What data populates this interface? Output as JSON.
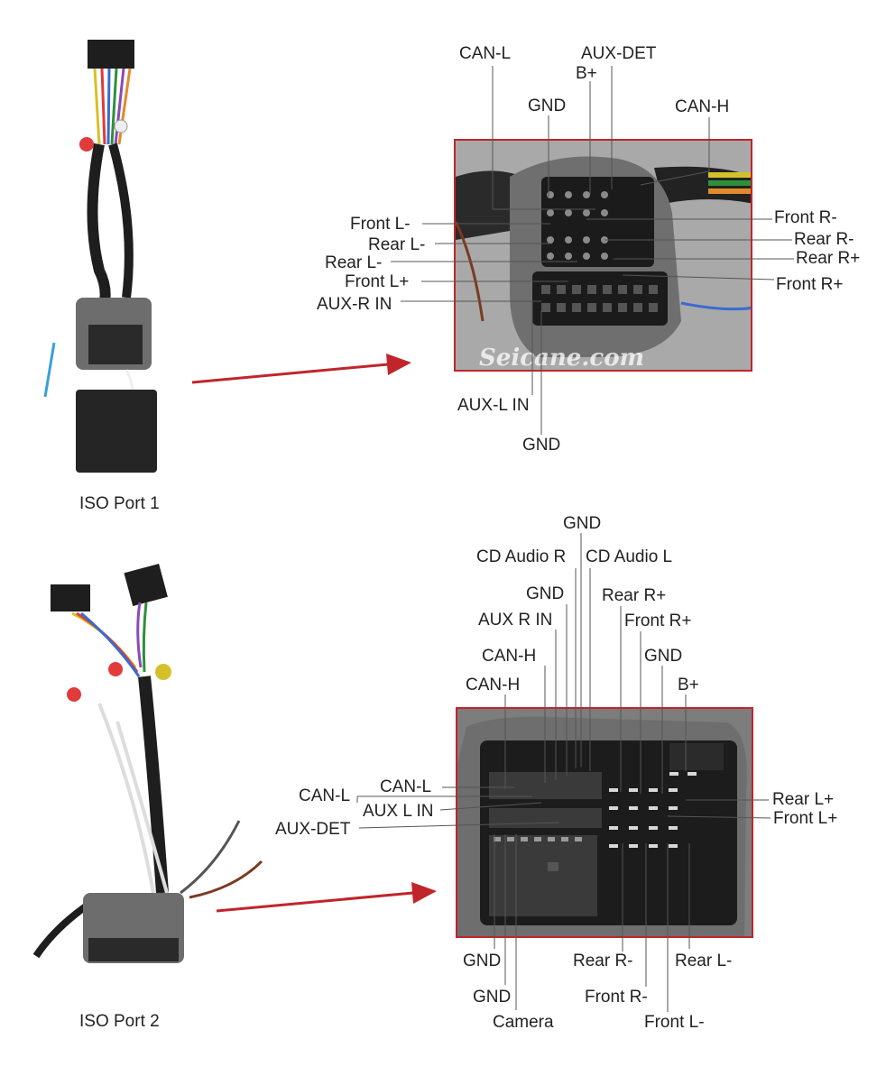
{
  "port1": {
    "caption": "ISO Port 1",
    "watermark": "Seicane.com",
    "labels": {
      "can_l": "CAN-L",
      "aux_det": "AUX-DET",
      "b_plus": "B+",
      "gnd_top": "GND",
      "can_h": "CAN-H",
      "front_l_minus": "Front L-",
      "rear_l_minus_a": "Rear L-",
      "rear_l_minus_b": "Rear L-",
      "front_l_plus": "Front L+",
      "aux_r_in": "AUX-R IN",
      "front_r_minus": "Front R-",
      "rear_r_minus": "Rear R-",
      "rear_r_plus": "Rear R+",
      "front_r_plus": "Front R+",
      "aux_l_in": "AUX-L IN",
      "gnd_bottom": "GND"
    }
  },
  "port2": {
    "caption": "ISO Port 2",
    "labels": {
      "gnd_top": "GND",
      "cd_audio_r": "CD Audio R",
      "cd_audio_l": "CD Audio L",
      "gnd_2": "GND",
      "aux_r_in": "AUX R IN",
      "rear_r_plus": "Rear R+",
      "front_r_plus": "Front R+",
      "can_h_a": "CAN-H",
      "can_h_b": "CAN-H",
      "gnd_right": "GND",
      "b_plus": "B+",
      "can_l_a": "CAN-L",
      "can_l_b": "CAN-L",
      "aux_l_in": "AUX L IN",
      "aux_det": "AUX-DET",
      "rear_l_plus": "Rear L+",
      "front_l_plus": "Front L+",
      "gnd_b1": "GND",
      "gnd_b2": "GND",
      "camera": "Camera",
      "rear_r_minus": "Rear R-",
      "front_r_minus": "Front R-",
      "rear_l_minus": "Rear L-",
      "front_l_minus": "Front L-"
    }
  },
  "colors": {
    "frame": "#c0252b",
    "arrow": "#c0252b",
    "leader": "#555555",
    "foam": "#7d7d7d",
    "cable": "#1e1e1e"
  }
}
